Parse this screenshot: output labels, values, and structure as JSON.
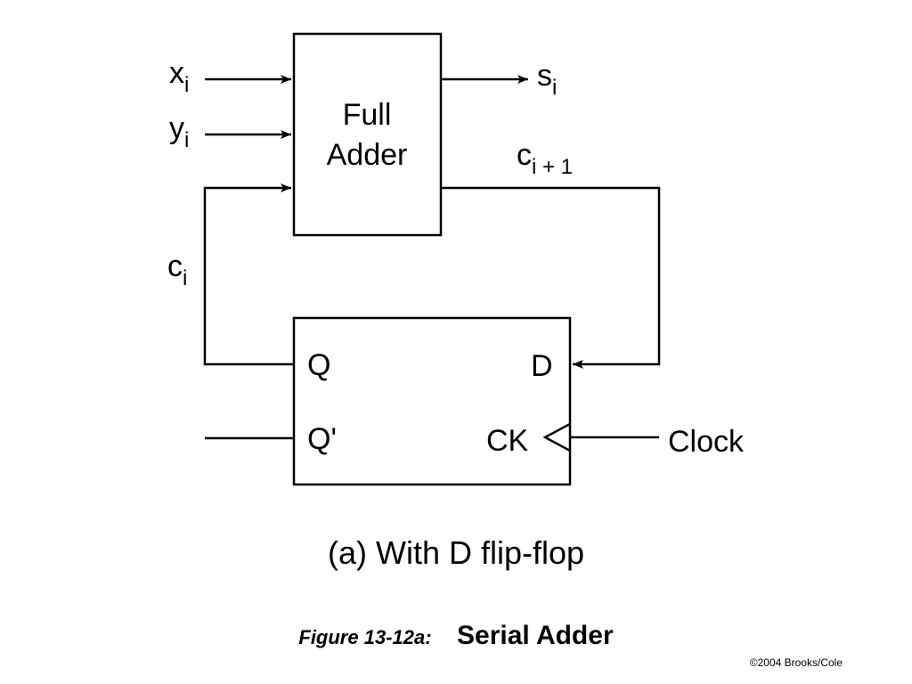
{
  "diagram": {
    "full_adder": {
      "line1": "Full",
      "line2": "Adder"
    },
    "inputs": {
      "x": {
        "base": "x",
        "sub": "i"
      },
      "y": {
        "base": "y",
        "sub": "i"
      },
      "c": {
        "base": "c",
        "sub": "i"
      }
    },
    "outputs": {
      "s": {
        "base": "s",
        "sub": "i"
      },
      "c_next": {
        "base": "c",
        "sub": "i + 1"
      }
    },
    "flip_flop": {
      "q": "Q",
      "q_bar": "Q'",
      "d": "D",
      "ck": "CK"
    },
    "clock": "Clock",
    "caption": "(a) With D flip-flop"
  },
  "figure": {
    "number": "Figure 13-12a:",
    "title": "Serial Adder"
  },
  "copyright": "©2004 Brooks/Cole"
}
